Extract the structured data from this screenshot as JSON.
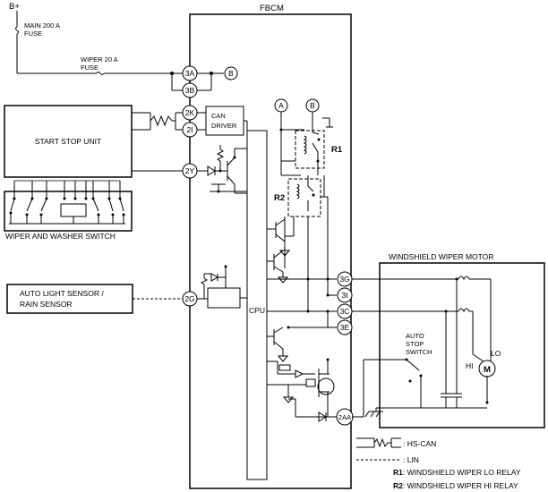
{
  "power": {
    "battery": "B+"
  },
  "fuses": {
    "main": [
      "MAIN 200 A",
      "FUSE"
    ],
    "wiper": [
      "WIPER 20 A",
      "FUSE"
    ]
  },
  "fbcm": {
    "title": "FBCM",
    "can_driver": [
      "CAN",
      "DRIVER"
    ],
    "cpu": "CPU"
  },
  "modules": {
    "start_stop": "START STOP UNIT",
    "wiper_switch": "WIPER AND WASHER SWITCH",
    "light_sensor": [
      "AUTO LIGHT SENSOR /",
      "RAIN SENSOR"
    ],
    "wiper_motor": "WINDSHIELD WIPER MOTOR",
    "auto_stop": [
      "AUTO",
      "STOP",
      "SWITCH"
    ]
  },
  "connectors": {
    "c3A": "3A",
    "c3B": "3B",
    "c2K": "2K",
    "c2I": "2I",
    "c2Y": "2Y",
    "c2G": "2G",
    "c3G": "3G",
    "c3I": "3I",
    "c3C": "3C",
    "c3E": "3E",
    "c2AA": "2AA"
  },
  "markers": {
    "a": "A",
    "b": "B"
  },
  "relays": {
    "r1": "R1",
    "r2": "R2"
  },
  "motor": {
    "symbol": "M",
    "hi": "HI",
    "lo": "LO"
  },
  "legend": {
    "hs_can": ": HS-CAN",
    "lin": ": LIN",
    "r1_key": "R1",
    "r1_desc": ": WINDSHIELD WIPER LO RELAY",
    "r2_key": "R2",
    "r2_desc": ": WINDSHIELD WIPER HI RELAY"
  }
}
